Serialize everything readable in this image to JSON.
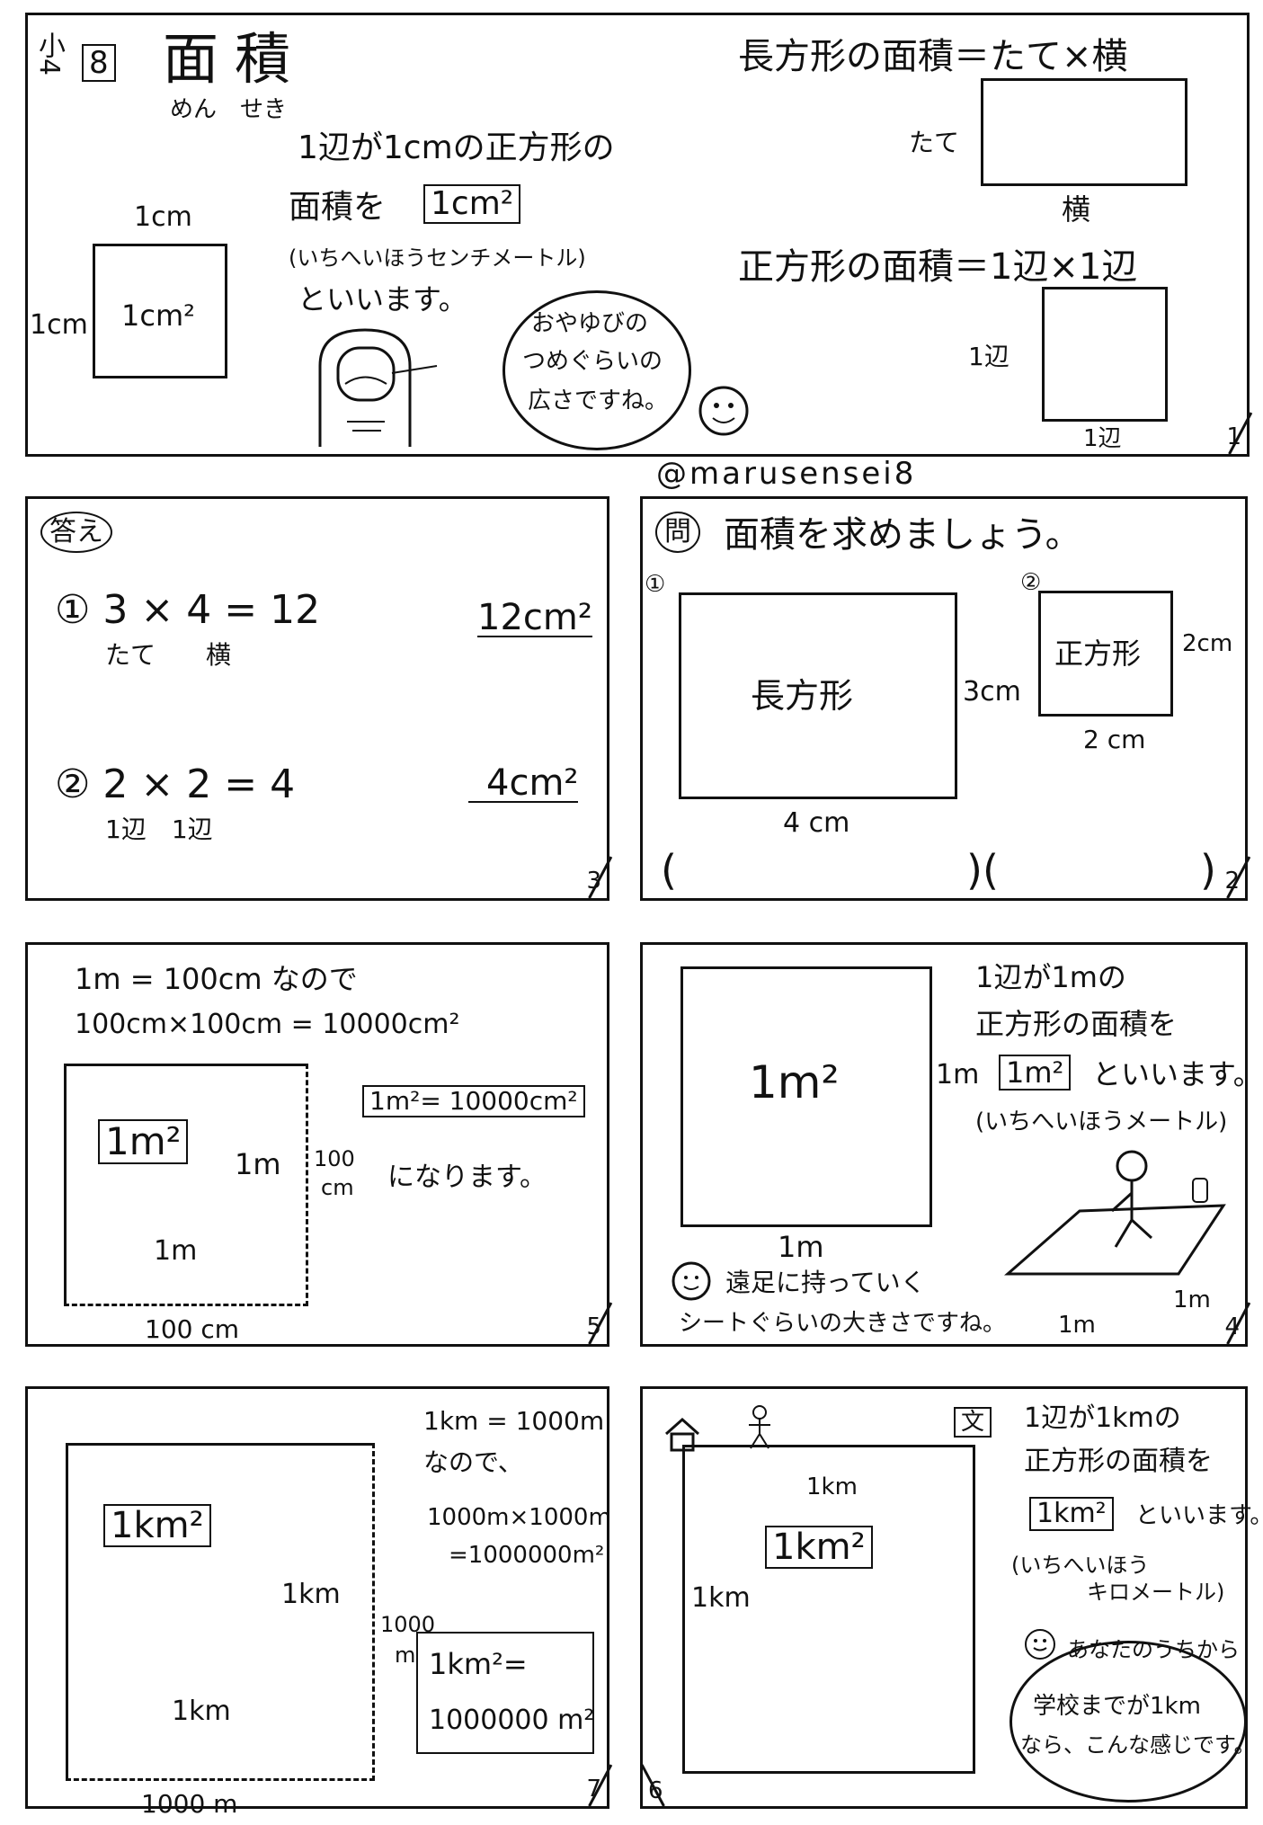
{
  "handle": "@marusensei8",
  "panel1": {
    "grade": "小4",
    "unit_no": "8",
    "title": "面積",
    "reading": "めん　せき",
    "intro1": "1辺が1cmの正方形の",
    "intro2": "面積を",
    "unit": "1cm²",
    "intro3": "(いちへいほうセンチメートル)",
    "intro4": "といいます。",
    "sq_top": "1cm",
    "sq_left": "1cm",
    "sq_center": "1cm²",
    "bubble": [
      "おやゆびの",
      "つめぐらいの",
      "広さですね。"
    ],
    "rect_formula": "長方形の面積＝たて×横",
    "rect_left": "たて",
    "rect_bottom": "横",
    "sq_formula": "正方形の面積＝1辺×1辺",
    "sq2_left": "1辺",
    "sq2_bottom": "1辺",
    "num": "1"
  },
  "panel2": {
    "q_mark": "問",
    "question": "面積を求めましょう。",
    "n1": "①",
    "rect_label": "長方形",
    "rect_side": "3cm",
    "rect_bottom": "4 cm",
    "n2": "②",
    "sq_label": "正方形",
    "sq_side": "2cm",
    "sq_bottom": "2 cm",
    "paren1": "(",
    "paren2": ")(",
    "paren3": ")",
    "num": "2"
  },
  "panel3": {
    "ans_mark": "答え",
    "eq1": "① 3 × 4 = 12",
    "eq1_sub": "たて　　横",
    "ans1": "12cm²",
    "eq2": "② 2 × 2 = 4",
    "eq2_sub": "1辺　1辺",
    "ans2": "4cm²",
    "num": "3"
  },
  "panel4": {
    "sq_center": "1m²",
    "sq_right": "1m",
    "sq_bottom": "1m",
    "text1": "1辺が1mの",
    "text2": "正方形の面積を",
    "unit": "1m²",
    "text3": "といいます。",
    "reading": "(いちへいほうメートル)",
    "bubble1": "遠足に持っていく",
    "bubble2": "シートぐらいの大きさですね。",
    "sheet_side": "1m",
    "sheet_bottom": "1m",
    "num": "4"
  },
  "panel5": {
    "line1": "1m = 100cm なので",
    "line2": "100cm×100cm = 10000cm²",
    "sq_center": "1m²",
    "sq_right": "1m",
    "sq_right2a": "100",
    "sq_right2b": "cm",
    "sq_inner_bottom": "1m",
    "sq_bottom": "100 cm",
    "result": "1m²= 10000cm²",
    "result_text": "になります。",
    "num": "5"
  },
  "panel6": {
    "school": "文",
    "top_label": "1km",
    "left_label": "1km",
    "center": "1km²",
    "text1": "1辺が1kmの",
    "text2": "正方形の面積を",
    "unit": "1km²",
    "text3": "といいます。",
    "reading1": "(いちへいほう",
    "reading2": "キロメートル)",
    "bubble": [
      "あなたのうちから",
      "学校までが1km",
      "なら、こんな感じです。"
    ],
    "num": "6"
  },
  "panel7": {
    "center": "1km²",
    "right_inner": "1km",
    "right_a": "1000",
    "right_b": "m",
    "inner_bottom": "1km",
    "bottom": "1000 m",
    "text1": "1km = 1000m",
    "text2": "なので、",
    "text3": "1000m×1000m",
    "text4": "=1000000m²",
    "result1": "1km²=",
    "result2": "1000000 m²",
    "num": "7"
  }
}
